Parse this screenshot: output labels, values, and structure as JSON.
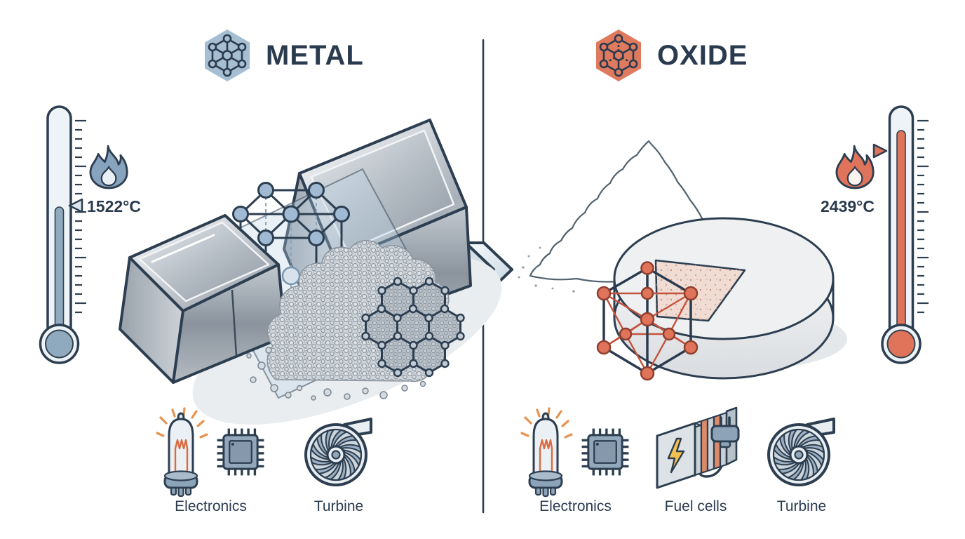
{
  "header": {
    "left": {
      "title": "METAL",
      "badge_icon": "metal-lattice-badge"
    },
    "right": {
      "title": "OXIDE",
      "badge_icon": "oxide-lattice-badge"
    }
  },
  "left_panel": {
    "melting_point": "1522°C",
    "thermometer": {
      "fill_level_percent": 45,
      "mercury_color": "#8fa9bf",
      "flame_icon": "blue-flame-icon"
    },
    "illustration": [
      "metal-ingots",
      "blue-crystal-lattice",
      "metal-powder-pile",
      "grain-structure-hexagons"
    ],
    "applications": [
      {
        "label": "Electronics",
        "icons": [
          "vacuum-tube-icon",
          "microchip-icon"
        ]
      },
      {
        "label": "Turbine",
        "icons": [
          "turbine-icon"
        ]
      }
    ]
  },
  "right_panel": {
    "melting_point": "2439°C",
    "thermometer": {
      "fill_level_percent": 92,
      "mercury_color": "#e0745a",
      "flame_icon": "orange-flame-icon"
    },
    "illustration": [
      "oxide-powder-pile",
      "ceramic-disc-with-wedge-cut",
      "red-crystal-lattice"
    ],
    "applications": [
      {
        "label": "Electronics",
        "icons": [
          "vacuum-tube-icon",
          "microchip-icon"
        ]
      },
      {
        "label": "Fuel cells",
        "icons": [
          "fuel-cell-stack-icon",
          "power-plug-icon"
        ]
      },
      {
        "label": "Turbine",
        "icons": [
          "turbine-icon"
        ]
      }
    ]
  },
  "divider": {
    "arrow_icon": "double-chevron-right",
    "direction": "metal-to-oxide"
  },
  "colors": {
    "ink": "#2c3e50",
    "metal_accent": "#a6bed1",
    "oxide_accent": "#df7a5e",
    "cold_mercury": "#8fa9bf",
    "hot_mercury": "#e0745a",
    "ray_orange": "#e8924f"
  }
}
